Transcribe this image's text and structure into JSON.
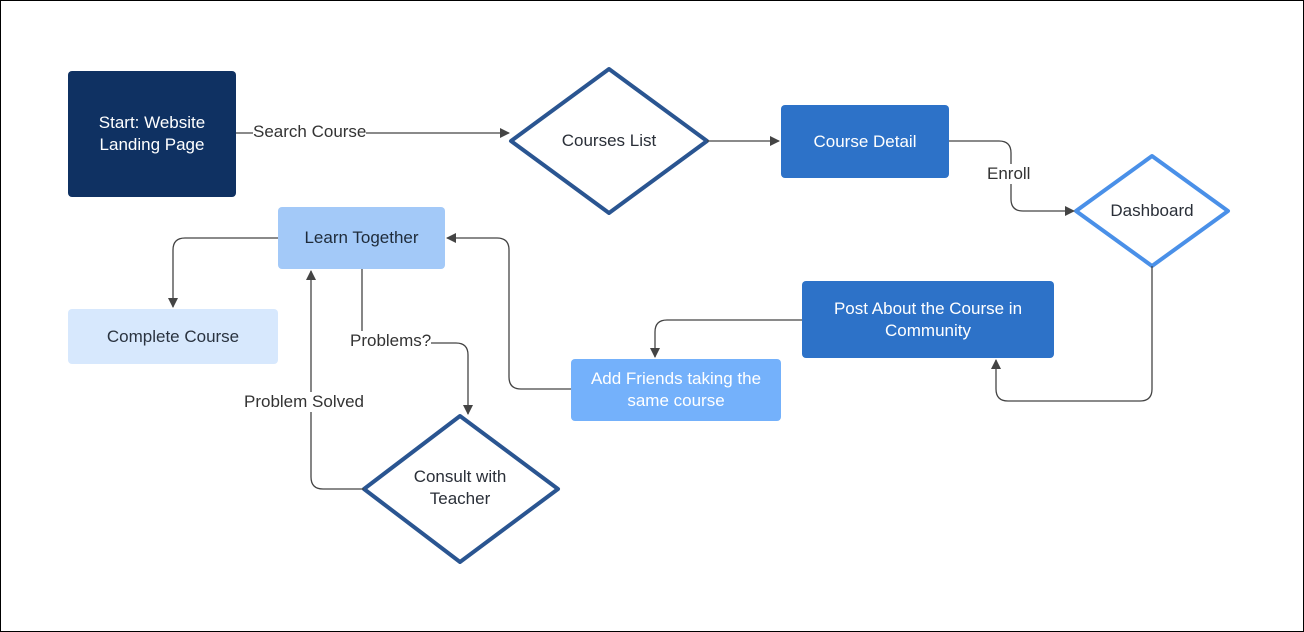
{
  "nodes": {
    "start": "Start: Website Landing Page",
    "courses_list": "Courses List",
    "course_detail": "Course Detail",
    "dashboard": "Dashboard",
    "learn_together": "Learn Together",
    "complete_course": "Complete Course",
    "post_community": "Post About the Course in Community",
    "add_friends": "Add Friends taking the same course",
    "consult_teacher": "Consult with Teacher"
  },
  "edges": {
    "search_course": "Search Course",
    "enroll": "Enroll",
    "problems": "Problems?",
    "problem_solved": "Problem Solved"
  },
  "colors": {
    "dark_navy": "#0f3162",
    "medium_blue": "#2d72c8",
    "light_blue": "#a3c9f8",
    "pale_blue": "#d7e8fd",
    "sky_blue": "#74b1fb",
    "diamond_dark_border": "#2a5591",
    "diamond_light_border": "#4a90e8",
    "connector": "#444444"
  }
}
